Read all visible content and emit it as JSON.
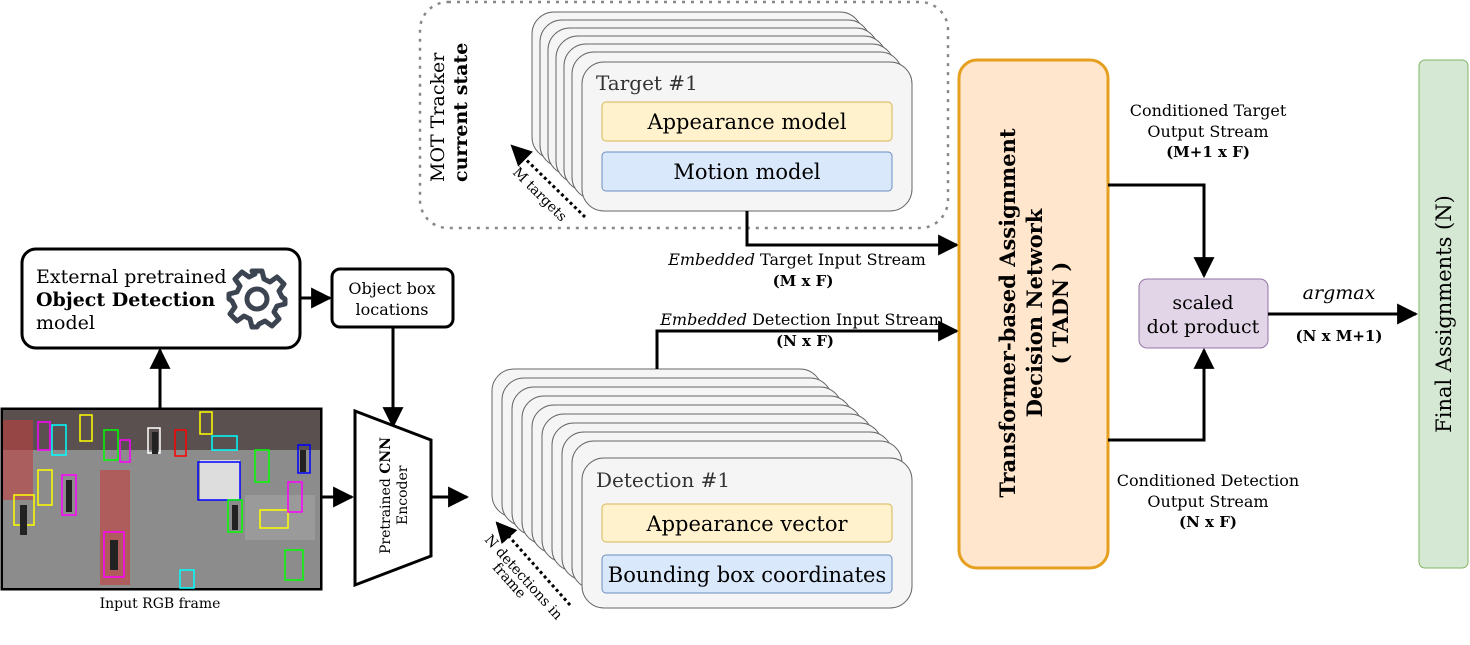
{
  "tracker_state": {
    "line1": "MOT Tracker",
    "line2": "current state",
    "m_targets": "M targets"
  },
  "target_card": {
    "title": "Target #1",
    "appearance": "Appearance model",
    "motion": "Motion model"
  },
  "detector": {
    "line1": "External pretrained",
    "line2": "Object Detection",
    "line3": "model",
    "icon": "gear-icon"
  },
  "object_box": {
    "line1": "Object box",
    "line2": "locations"
  },
  "input_frame": {
    "caption": "Input RGB frame"
  },
  "encoder": {
    "line1_prefix": "Pretrained ",
    "line1_bold": "CNN",
    "line2": "Encoder"
  },
  "detection_card": {
    "title": "Detection #1",
    "appearance": "Appearance vector",
    "bbox": "Bounding box coordinates",
    "n_detections_1": "N detections in",
    "n_detections_2": "frame"
  },
  "streams": {
    "target_in_italic": "Embedded",
    "target_in_rest": " Target Input Stream",
    "target_in_dim": "(M x F)",
    "detection_in_italic": "Embedded",
    "detection_in_rest": " Detection Input Stream",
    "detection_in_dim": "(N x F)",
    "target_out_1": "Conditioned Target",
    "target_out_2": "Output Stream",
    "target_out_dim": "(M+1 x F)",
    "detection_out_1": "Conditioned Detection",
    "detection_out_2": "Output Stream",
    "detection_out_dim": "(N x F)"
  },
  "tadn": {
    "line1": "Transformer-based Assignment",
    "line2": "Decision Network",
    "line3": "( TADN )"
  },
  "dot_product": {
    "line1": "scaled",
    "line2": "dot product"
  },
  "argmax": {
    "label": "argmax",
    "dim": "(N x M+1)"
  },
  "final": {
    "label": "Final Assignments (N)"
  },
  "colors": {
    "appearance_fill": "#fff2cc",
    "appearance_stroke": "#d6b656",
    "motion_fill": "#dae8fc",
    "motion_stroke": "#6c8ebf",
    "tadn_fill": "#ffe6cc",
    "tadn_stroke": "#e6a020",
    "dot_fill": "#e1d5e7",
    "dot_stroke": "#9673a6",
    "final_fill": "#d5e8d4",
    "final_stroke": "#82b366",
    "card_fill": "#f5f5f5",
    "card_stroke": "#666666"
  }
}
